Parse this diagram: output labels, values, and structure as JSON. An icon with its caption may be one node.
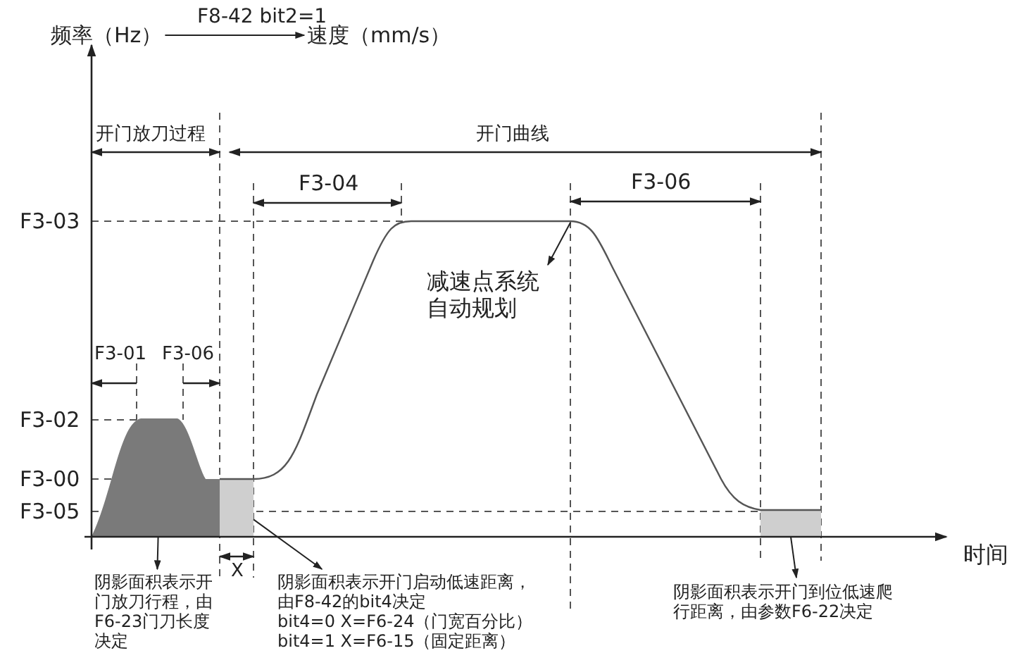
{
  "diagram": {
    "nodes": [
      {
        "text": [
          "频率（Hz）"
        ]
      },
      {
        "text": [
          "速度（mm/s）"
        ]
      },
      {
        "text": [],
        "shape": "area"
      },
      {
        "text": [
          "阴影面积表示开门放刀行程，由F6-23门刀长度决定"
        ]
      },
      {
        "text": [],
        "shape": "area"
      },
      {
        "text": [
          "阴影面积表示开门启动低速距离，由F8-42的bit4决定",
          "bit4=0 X=F6-24（门宽百分比）",
          "bit4=1 X=F6-15（固定距离）"
        ]
      },
      {
        "text": [],
        "shape": "area"
      },
      {
        "text": [
          "阴影面积表示开门到位低速爬行距离，由参数F6-22决定"
        ]
      },
      {
        "text": [
          "减速点系统自动规划"
        ]
      }
    ],
    "edges": [
      {
        "from": 0,
        "to": 1,
        "arrow": "to",
        "label": "F8-42 bit2=1"
      },
      {
        "from": 2,
        "to": 3,
        "arrow": "to"
      },
      {
        "from": 4,
        "to": 5,
        "arrow": "to"
      },
      {
        "from": 6,
        "to": 7,
        "arrow": "to"
      },
      {
        "from": null,
        "to": 8,
        "arrow": "to"
      }
    ],
    "labels": [
      "开门放刀过程",
      "开门曲线",
      "F3-04",
      "F3-06",
      "F3-03",
      "F3-01",
      "F3-06",
      "F3-02",
      "F3-00",
      "F3-05",
      "时间",
      "X"
    ]
  }
}
